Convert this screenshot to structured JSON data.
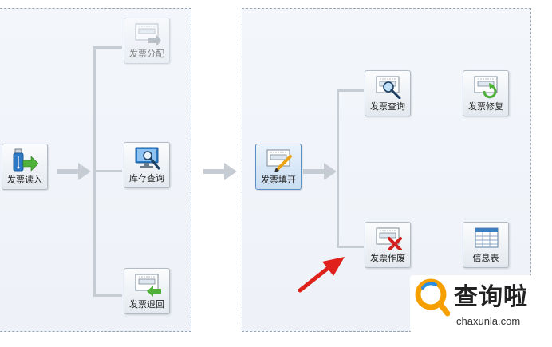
{
  "tiles": {
    "invoice_allocate": "发票分配",
    "inventory_query": "库存查询",
    "invoice_return": "发票退回",
    "invoice_read": "发票读入",
    "invoice_fill": "发票填开",
    "invoice_query": "发票查询",
    "invoice_repair": "发票修复",
    "invoice_void": "发票作废",
    "info_table": "信息表"
  },
  "watermark": {
    "brand_cn": "查询啦",
    "brand_en": "chaxunla.com"
  },
  "colors": {
    "connector": "#c6ccd3",
    "accent_blue": "#2b78c5",
    "void_red": "#d21f1f",
    "callout_arrow": "#e0201b",
    "brand_orange": "#f5a000"
  }
}
